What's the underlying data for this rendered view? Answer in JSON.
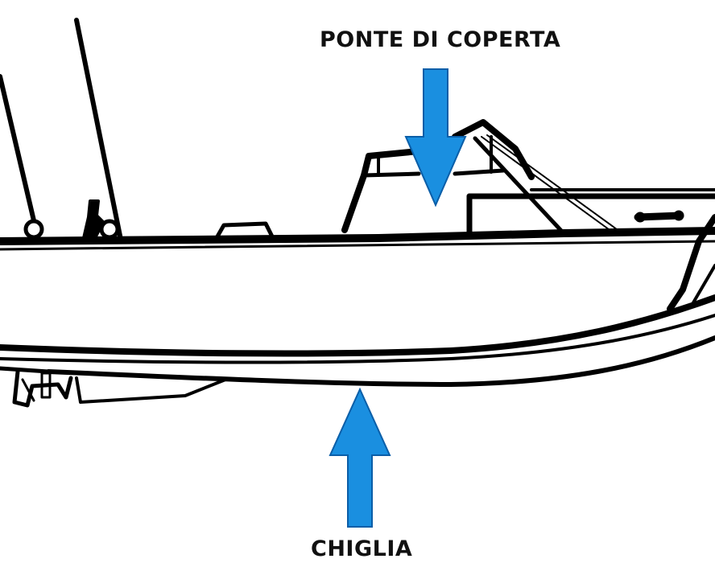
{
  "labels": {
    "deck": "PONTE DI COPERTA",
    "keel": "CHIGLIA"
  },
  "colors": {
    "arrow": "#1a8fe0",
    "outline": "#000000",
    "background": "#ffffff"
  },
  "icons": {
    "boat": "boat-side-view-illustration",
    "arrow_down": "arrow-down-icon",
    "arrow_up": "arrow-up-icon"
  }
}
